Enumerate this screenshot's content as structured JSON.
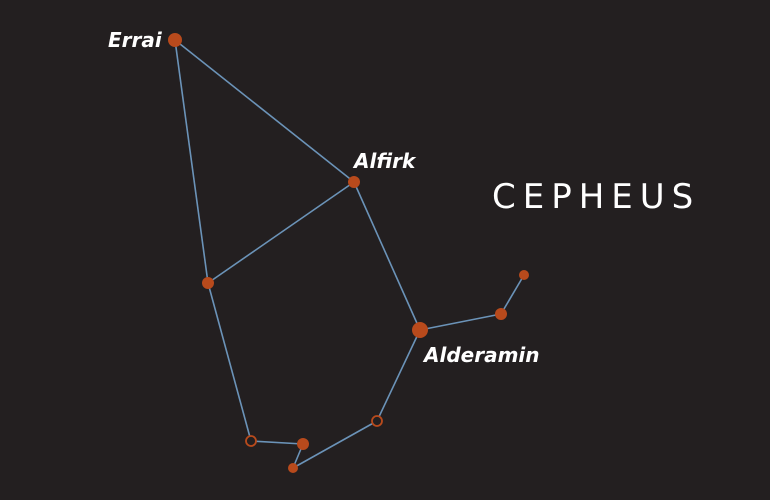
{
  "title": "CEPHEUS",
  "colors": {
    "background": "#231f20",
    "line": "#6b93b8",
    "star": "#b84a1c",
    "text": "#ffffff"
  },
  "stars": [
    {
      "id": "errai",
      "label": "Errai",
      "style": "filled"
    },
    {
      "id": "alfirk",
      "label": "Alfirk",
      "style": "filled"
    },
    {
      "id": "alderamin",
      "label": "Alderamin",
      "style": "filled"
    },
    {
      "id": "s-left-mid",
      "label": "",
      "style": "filled"
    },
    {
      "id": "s-right-1",
      "label": "",
      "style": "filled"
    },
    {
      "id": "s-right-2",
      "label": "",
      "style": "filled"
    },
    {
      "id": "s-bottom-left",
      "label": "",
      "style": "open"
    },
    {
      "id": "s-bottom-mid",
      "label": "",
      "style": "filled"
    },
    {
      "id": "s-bottom-low",
      "label": "",
      "style": "filled"
    },
    {
      "id": "s-bottom-right",
      "label": "",
      "style": "open"
    }
  ]
}
